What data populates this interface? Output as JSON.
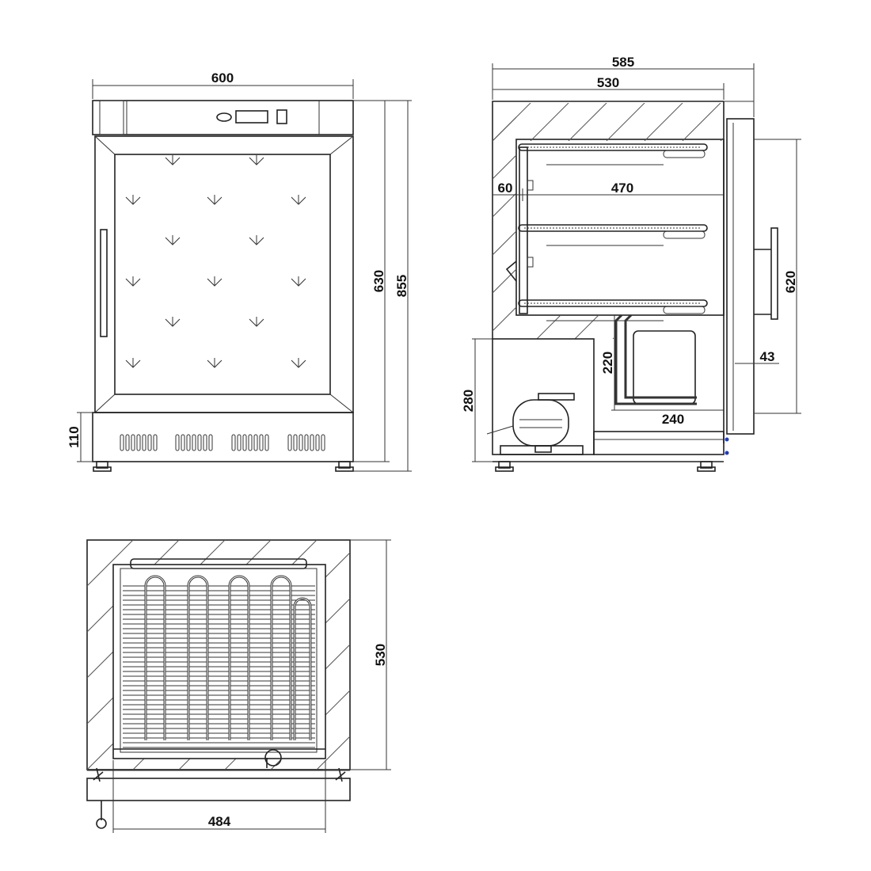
{
  "front_view": {
    "width": "600",
    "height_cabinet": "630",
    "height_total": "855",
    "base_height": "110"
  },
  "side_view": {
    "depth_total": "585",
    "depth_body": "530",
    "shelf_offset": "60",
    "shelf_depth": "470",
    "interior_height": "620",
    "door_thickness": "43",
    "compressor_height": "280",
    "step_height": "220",
    "step_depth": "240"
  },
  "top_view": {
    "depth": "530",
    "width": "484"
  }
}
